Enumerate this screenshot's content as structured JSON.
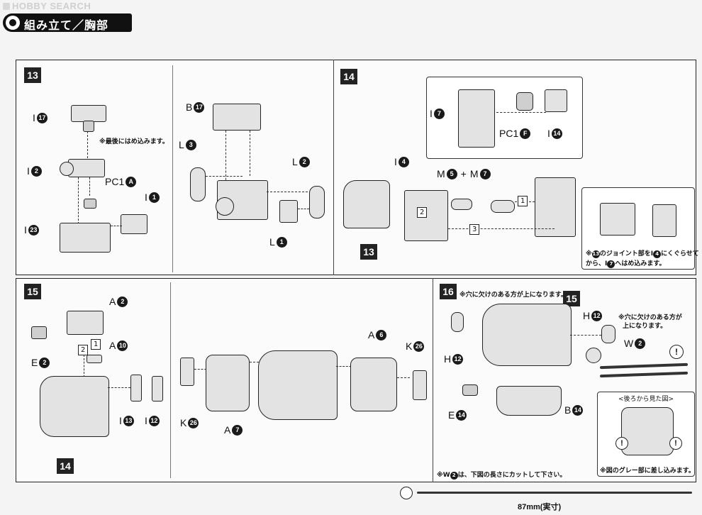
{
  "watermark": "HOBBY SEARCH",
  "header": {
    "title": "組み立て／胸部"
  },
  "steps": {
    "s13": {
      "num": "13",
      "labels": {
        "i17": "17",
        "i2": "2",
        "i23": "23",
        "i1": "1",
        "pc1a": "A",
        "b17": "17",
        "l3": "3",
        "l2": "2",
        "l1": "1"
      },
      "letters": {
        "I": "I",
        "PC1": "PC1",
        "B": "B",
        "L": "L"
      },
      "note": "※最後にはめ込みます。"
    },
    "s14": {
      "num": "14",
      "labels": {
        "i7": "7",
        "pc1f": "F",
        "i14": "14",
        "i4": "4",
        "m5": "5",
        "m7": "7"
      },
      "letters": {
        "I": "I",
        "PC1": "PC1",
        "M": "M",
        "plus": "+"
      },
      "boxes": {
        "b1": "1",
        "b2": "2",
        "b3": "3"
      },
      "ref13": "13",
      "note_line1": "※",
      "note_ref": "13",
      "note_mid": "のジョイント部を",
      "note_i": "I",
      "note_i4": "4",
      "note_mid2": "にくぐらせて",
      "note_line2a": "から、",
      "note_i7": "7",
      "note_line2b": "へはめ込みます。"
    },
    "s15": {
      "num": "15",
      "labels": {
        "a2": "2",
        "e2": "2",
        "a10": "10",
        "i13": "13",
        "i12": "12",
        "a6": "6",
        "k26a": "26",
        "k26b": "26",
        "a7": "7"
      },
      "letters": {
        "A": "A",
        "E": "E",
        "I": "I",
        "K": "K"
      },
      "boxes": {
        "b1": "1",
        "b2": "2"
      },
      "ref14": "14"
    },
    "s16": {
      "num": "16",
      "ref15": "15",
      "labels": {
        "h12a": "12",
        "h12b": "12",
        "w2": "2",
        "e14": "14",
        "b14": "14"
      },
      "letters": {
        "H": "H",
        "W": "W",
        "E": "E",
        "B": "B"
      },
      "note_hole_top": "※穴に欠けのある方が上になります。",
      "note_hole_right1": "※穴に欠けのある方が",
      "note_hole_right2": "上になります。",
      "inset_title": "<後ろから見た図>",
      "inset_note": "※図のグレー部に差し込みます。",
      "cut_note_a": "※W",
      "cut_note_num": "2",
      "cut_note_b": "は、下図の長さにカットして下さい。",
      "excl": "!"
    },
    "scale": {
      "label": "87mm(実寸)"
    }
  }
}
